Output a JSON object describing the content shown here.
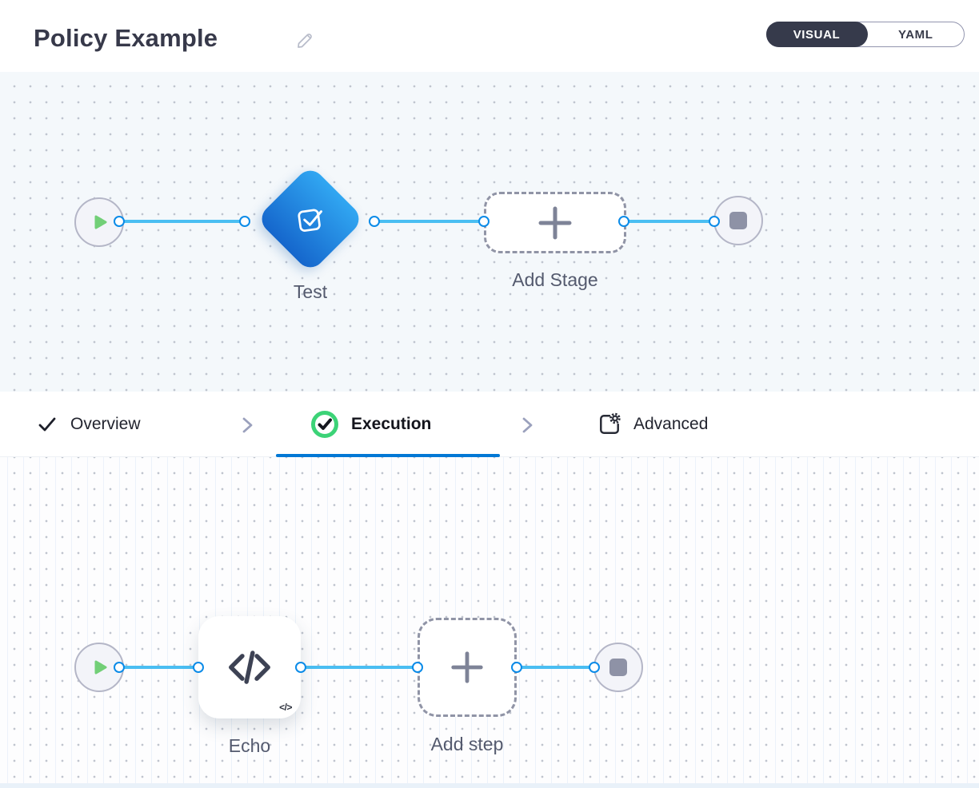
{
  "header": {
    "title": "Policy Example",
    "toggle": {
      "visual": "VISUAL",
      "yaml": "YAML",
      "selected": "VISUAL"
    }
  },
  "colors": {
    "accent_blue": "#0278d5",
    "connector_blue": "#4abef2",
    "port_border_blue": "#0b8be8",
    "stage_gradient_top": "#31a7f2",
    "stage_gradient_bottom": "#1566cc",
    "play_green": "#72cf77",
    "success_green": "#3cd377",
    "toggle_dark": "#363a4b",
    "canvas_top_bg": "#f4f8fb",
    "canvas_bottom_bg": "#fdfdfe"
  },
  "stage_pipeline": {
    "start_node": {
      "icon": "play-icon"
    },
    "stage_node": {
      "label": "Test",
      "icon": "approval-check-icon"
    },
    "add_node": {
      "label": "Add Stage",
      "icon": "plus-icon"
    },
    "end_node": {
      "icon": "stop-icon"
    }
  },
  "tabs": [
    {
      "label": "Overview",
      "icon": "check-icon",
      "state": "completed"
    },
    {
      "label": "Execution",
      "icon": "check-circle-icon",
      "state": "active"
    },
    {
      "label": "Advanced",
      "icon": "advanced-gear-icon",
      "state": "default"
    }
  ],
  "step_pipeline": {
    "start_node": {
      "icon": "play-icon"
    },
    "step_node": {
      "label": "Echo",
      "icon": "code-icon",
      "badge": "</>"
    },
    "add_node": {
      "label": "Add step",
      "icon": "plus-icon"
    },
    "end_node": {
      "icon": "stop-icon"
    }
  }
}
